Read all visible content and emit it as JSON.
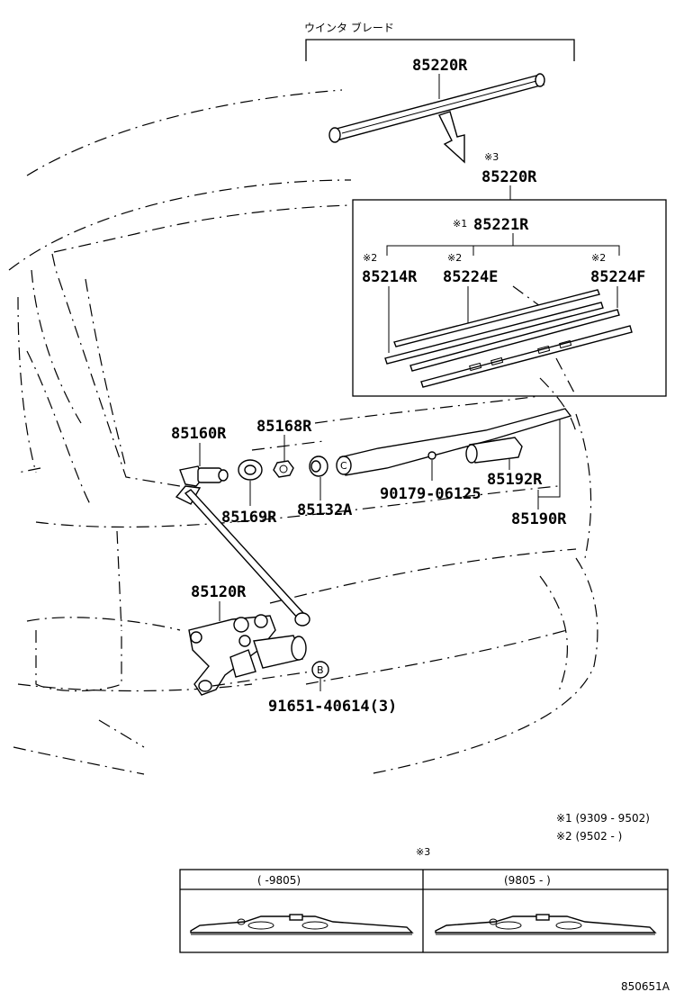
{
  "title_blade": "ウインタ ブレード",
  "labels": {
    "p85220R_top": "85220R",
    "mark3_a": "※3",
    "p85220R_box": "85220R",
    "p85221R": "85221R",
    "mark1_a": "※1",
    "mark2_a": "※2",
    "mark2_b": "※2",
    "mark2_c": "※2",
    "p85214R": "85214R",
    "p85224E": "85224E",
    "p85224F": "85224F",
    "p85160R": "85160R",
    "p85168R": "85168R",
    "p85169R": "85169R",
    "p85132A": "85132A",
    "p90179": "90179-06125",
    "p85192R": "85192R",
    "p85190R": "85190R",
    "p85120R": "85120R",
    "p91651": "91651-40614(3)",
    "circle_b": "B",
    "circle_c": "C"
  },
  "notes": {
    "note1": "※1 (9309 - 9502)",
    "note2": "※2 (9502 -        )",
    "mark3_table": "※3"
  },
  "table": {
    "col1": "(       -9805)",
    "col2": "(9805 -        )"
  },
  "figure_id": "850651A"
}
